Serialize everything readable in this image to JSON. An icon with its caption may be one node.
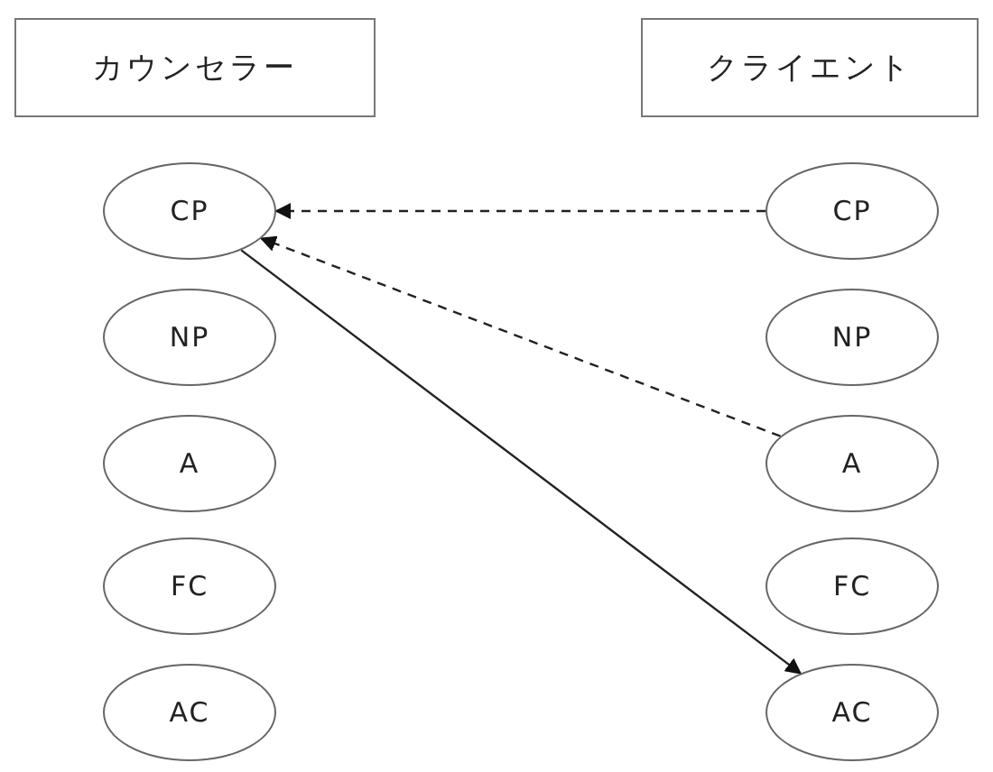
{
  "diagram": {
    "nodes": [
      {
        "text": [
          "カウンセラー"
        ]
      },
      {
        "text": [
          "クライエント"
        ]
      },
      {
        "text": [
          "CP"
        ]
      },
      {
        "text": [
          "NP"
        ]
      },
      {
        "text": [
          "A"
        ]
      },
      {
        "text": [
          "FC"
        ]
      },
      {
        "text": [
          "AC"
        ]
      },
      {
        "text": [
          "CP"
        ]
      },
      {
        "text": [
          "NP"
        ]
      },
      {
        "text": [
          "A"
        ]
      },
      {
        "text": [
          "FC"
        ]
      },
      {
        "text": [
          "AC"
        ]
      }
    ],
    "edges": [
      {
        "from": 7,
        "to": 2,
        "arrow": "to",
        "style": "dashed"
      },
      {
        "from": 9,
        "to": 2,
        "arrow": "to",
        "style": "dashed"
      },
      {
        "from": 2,
        "to": 11,
        "arrow": "to"
      }
    ]
  }
}
